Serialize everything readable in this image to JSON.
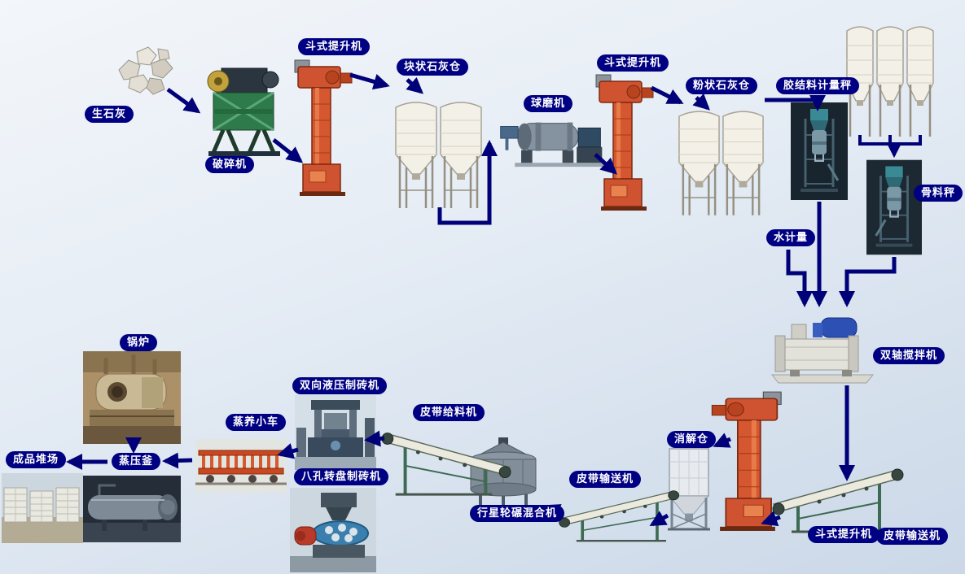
{
  "labels": {
    "quicklime": "生石灰",
    "crusher": "破碎机",
    "bucket_elevator_1": "斗式提升机",
    "lump_lime_silo": "块状石灰仓",
    "ball_mill": "球磨机",
    "bucket_elevator_2": "斗式提升机",
    "powder_lime_silo": "粉状石灰仓",
    "binder_metering_scale": "胶结料计量秤",
    "aggregate_scale": "骨料秤",
    "water_metering": "水计量",
    "twin_shaft_mixer": "双轴搅拌机",
    "belt_conveyor_right": "皮带输送机",
    "bucket_elevator_3": "斗式提升机",
    "slaking_silo": "消解仓",
    "belt_conveyor_mid": "皮带输送机",
    "planetary_mixer": "行星轮碾混合机",
    "belt_feeder": "皮带给料机",
    "hydraulic_brick_machine": "双向液压制砖机",
    "rotary_brick_machine": "八孔转盘制砖机",
    "steam_curing_cart": "蒸养小车",
    "autoclave": "蒸压釜",
    "boiler": "锅炉",
    "finished_product_yard": "成品堆场"
  },
  "colors": {
    "label_background": "#000082",
    "label_text": "#ffffff",
    "arrow": "#000078",
    "elevator_red": "#d4572f",
    "silo_body": "#f3f0e7",
    "canvas_top": "#f3f6fa",
    "canvas_bottom": "#cbd8e8"
  }
}
